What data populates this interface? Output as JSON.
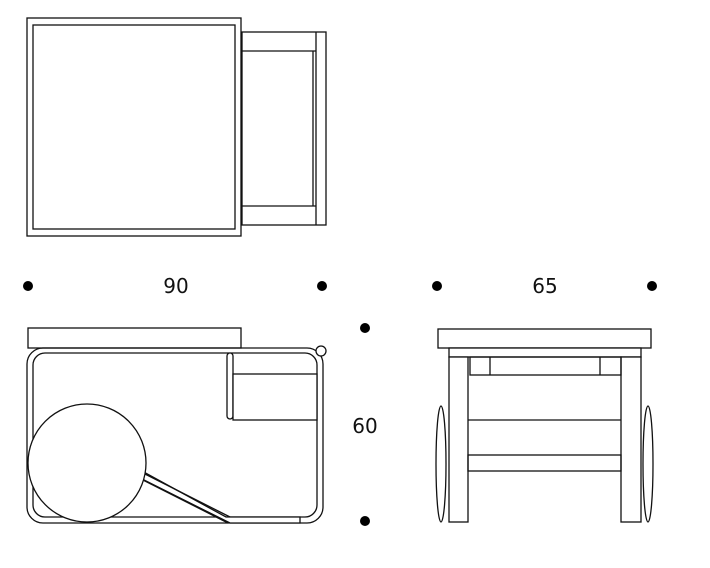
{
  "drawing": {
    "dimensions": {
      "width": "90",
      "depth": "65",
      "height": "60"
    },
    "views": [
      "top-view",
      "side-view",
      "front-view"
    ]
  }
}
